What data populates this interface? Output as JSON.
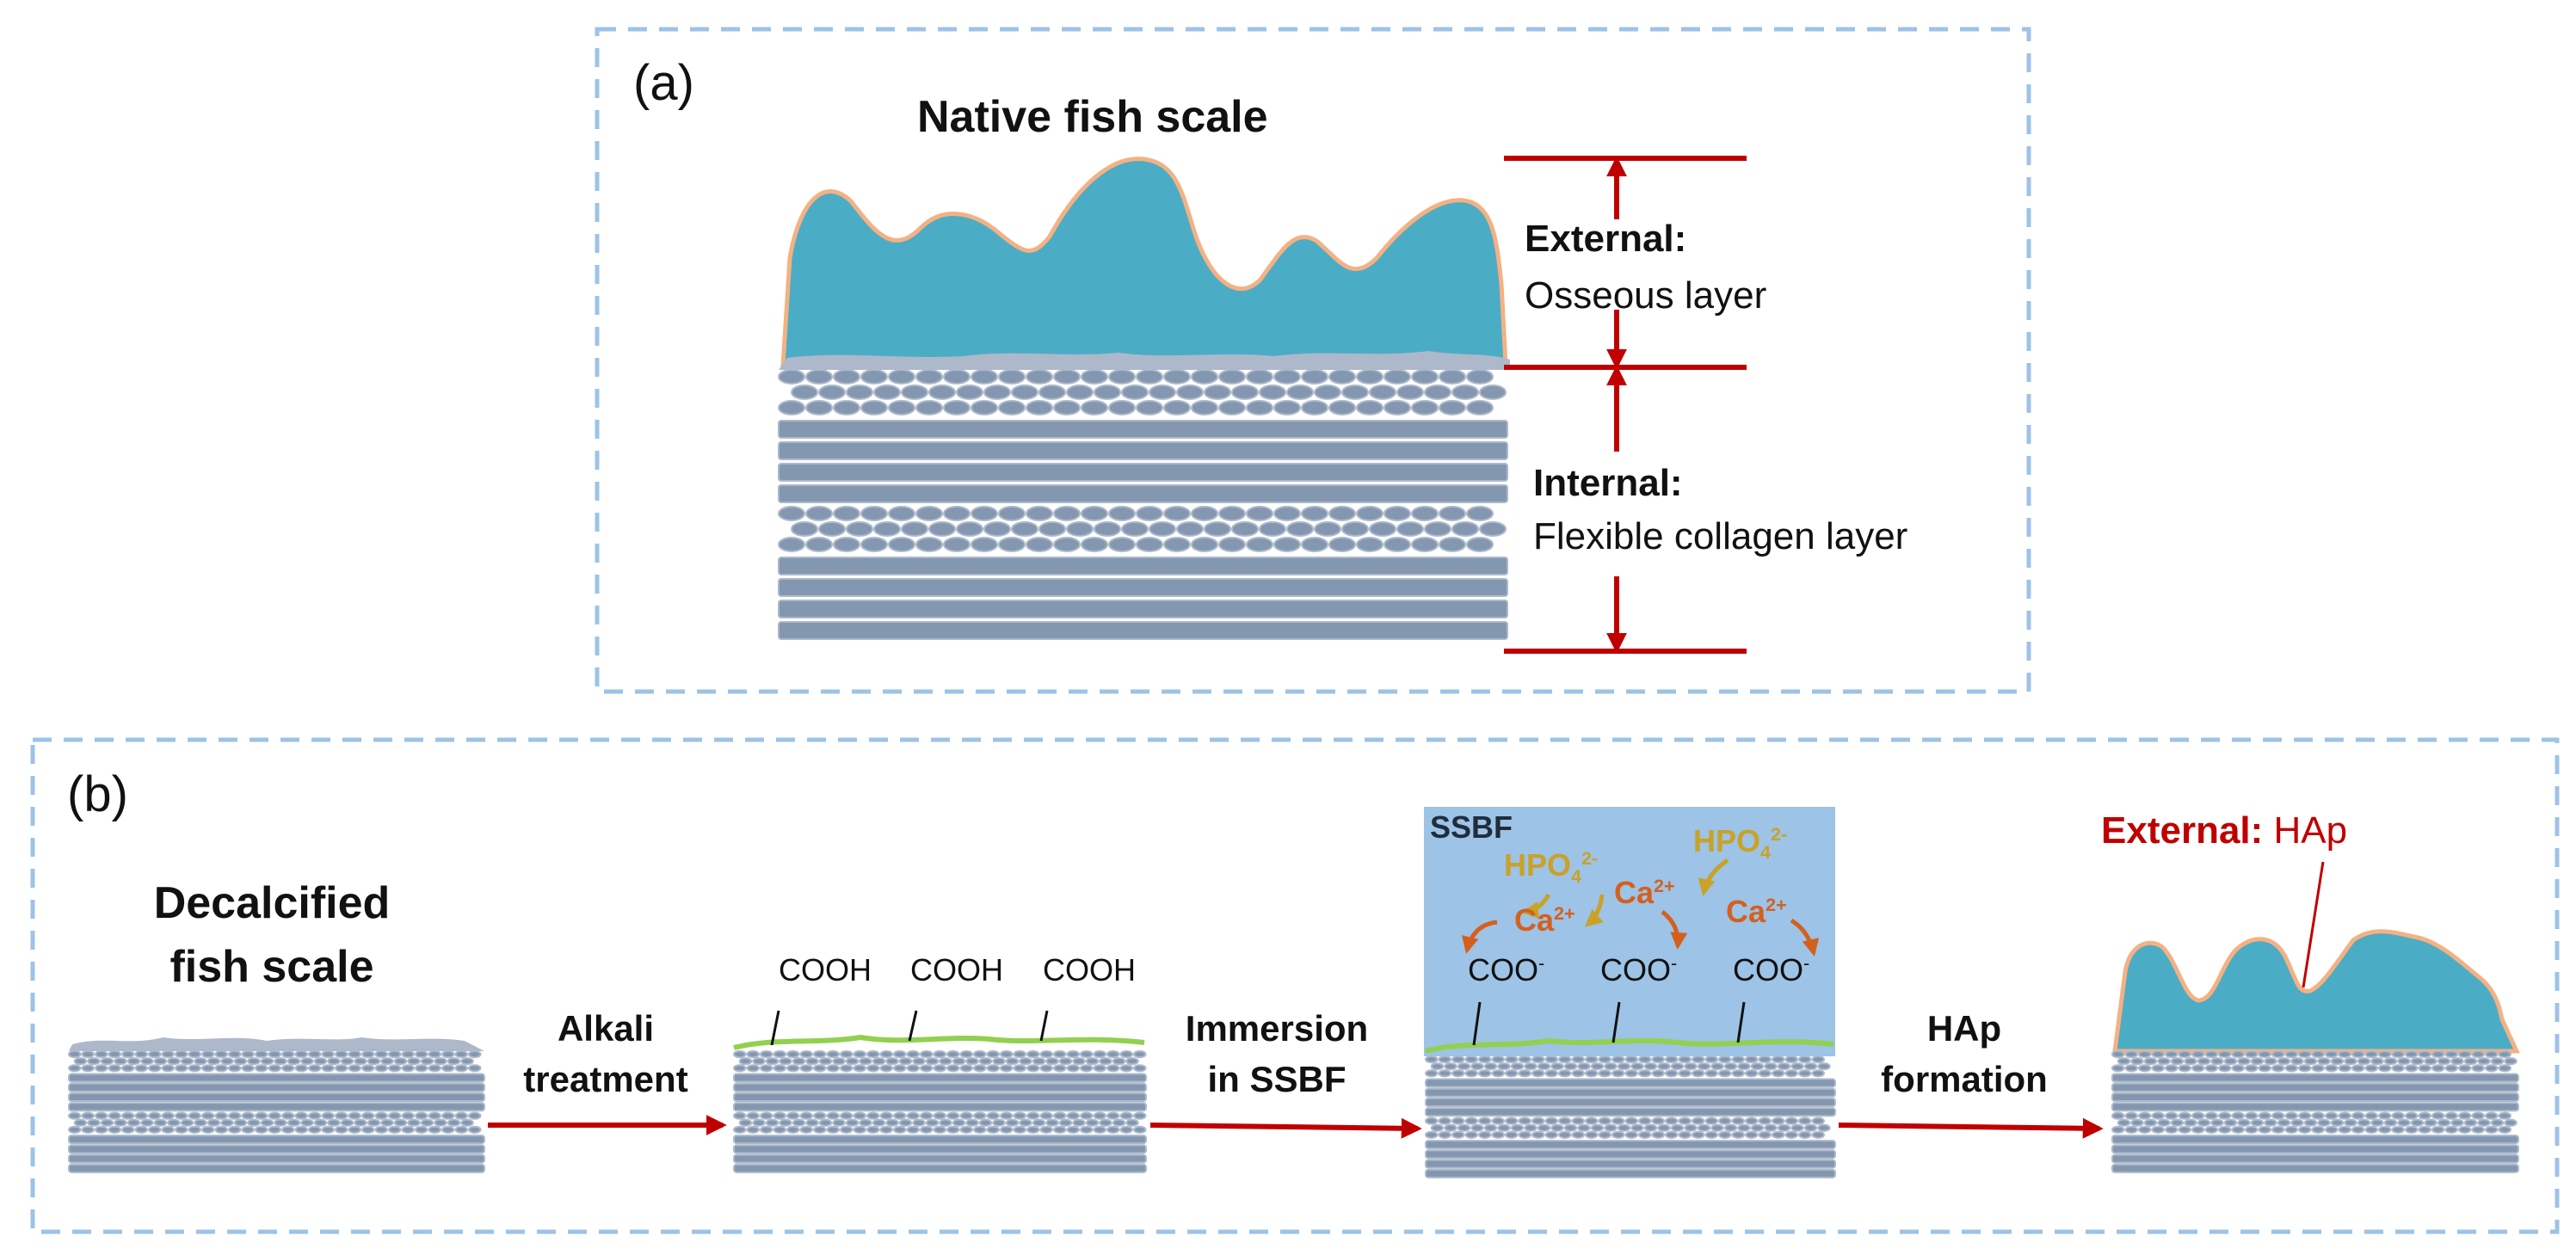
{
  "panel_a": {
    "label": "(a)",
    "title": "Native fish scale",
    "external_label": "External:",
    "external_desc": "Osseous layer",
    "internal_label": "Internal:",
    "internal_desc": "Flexible collagen layer"
  },
  "panel_b": {
    "label": "(b)",
    "decalcified_line1": "Decalcified",
    "decalcified_line2": "fish scale",
    "step1_line1": "Alkali",
    "step1_line2": "treatment",
    "step2_line1": "Immersion",
    "step2_line2": "in SSBF",
    "step3_line1": "HAp",
    "step3_line2": "formation",
    "cooh_labels": [
      "COOH",
      "COOH",
      "COOH"
    ],
    "ssbf_title": "SSBF",
    "hpo_base": "HPO",
    "hpo_sub": "4",
    "hpo_sup": "2-",
    "ca_base": "Ca",
    "ca_sup": "2+",
    "coo_base": "COO",
    "coo_sup": "-",
    "final_label_bold": "External:",
    "final_label_rest": "HAp"
  },
  "colors": {
    "frame": "#9dc3e6",
    "osseous": "#4bacc6",
    "osseous_outline": "#f4b183",
    "collagen": "#8497b0",
    "collagen_light": "#adb9ca",
    "arrow_red": "#c00000",
    "ssbf_bg": "#9dc3e6",
    "green_film": "#92d050",
    "hpo": "#c9a227",
    "ca": "#d4601e"
  },
  "icons": [
    "red-arrow-icon",
    "curved-arrow-icon"
  ]
}
